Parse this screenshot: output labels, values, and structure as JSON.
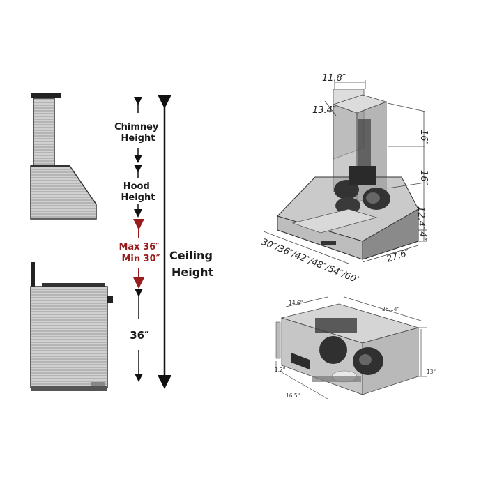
{
  "side_view": {
    "chimney_label": [
      "Chimney",
      "Height"
    ],
    "hood_label": [
      "Hood",
      "Height"
    ],
    "clearance_label": [
      "Max 36″",
      "Min 30″"
    ],
    "ceiling_label": [
      "Ceiling",
      "Height"
    ],
    "counter_label": "36″"
  },
  "hood_dimensions": {
    "top_width": "11.8″",
    "top_depth": "13.4″",
    "upper_chimney": "16″",
    "lower_chimney": "16″",
    "hood_height": "12.4″",
    "front_lip": "4″",
    "widths": "30″/36″/42″/48″/54″/60″",
    "depth": "27.6″"
  },
  "insert_dimensions": {
    "depth_top": "14.6\"",
    "width_top": "26.14\"",
    "height": "13\"",
    "lip": "1.2\"",
    "bottom_depth": "16.5\""
  },
  "colors": {
    "red_accent": "#9a1b1b",
    "steel_dark": "#4a4a4a",
    "steel_light": "#c9c9c9"
  }
}
